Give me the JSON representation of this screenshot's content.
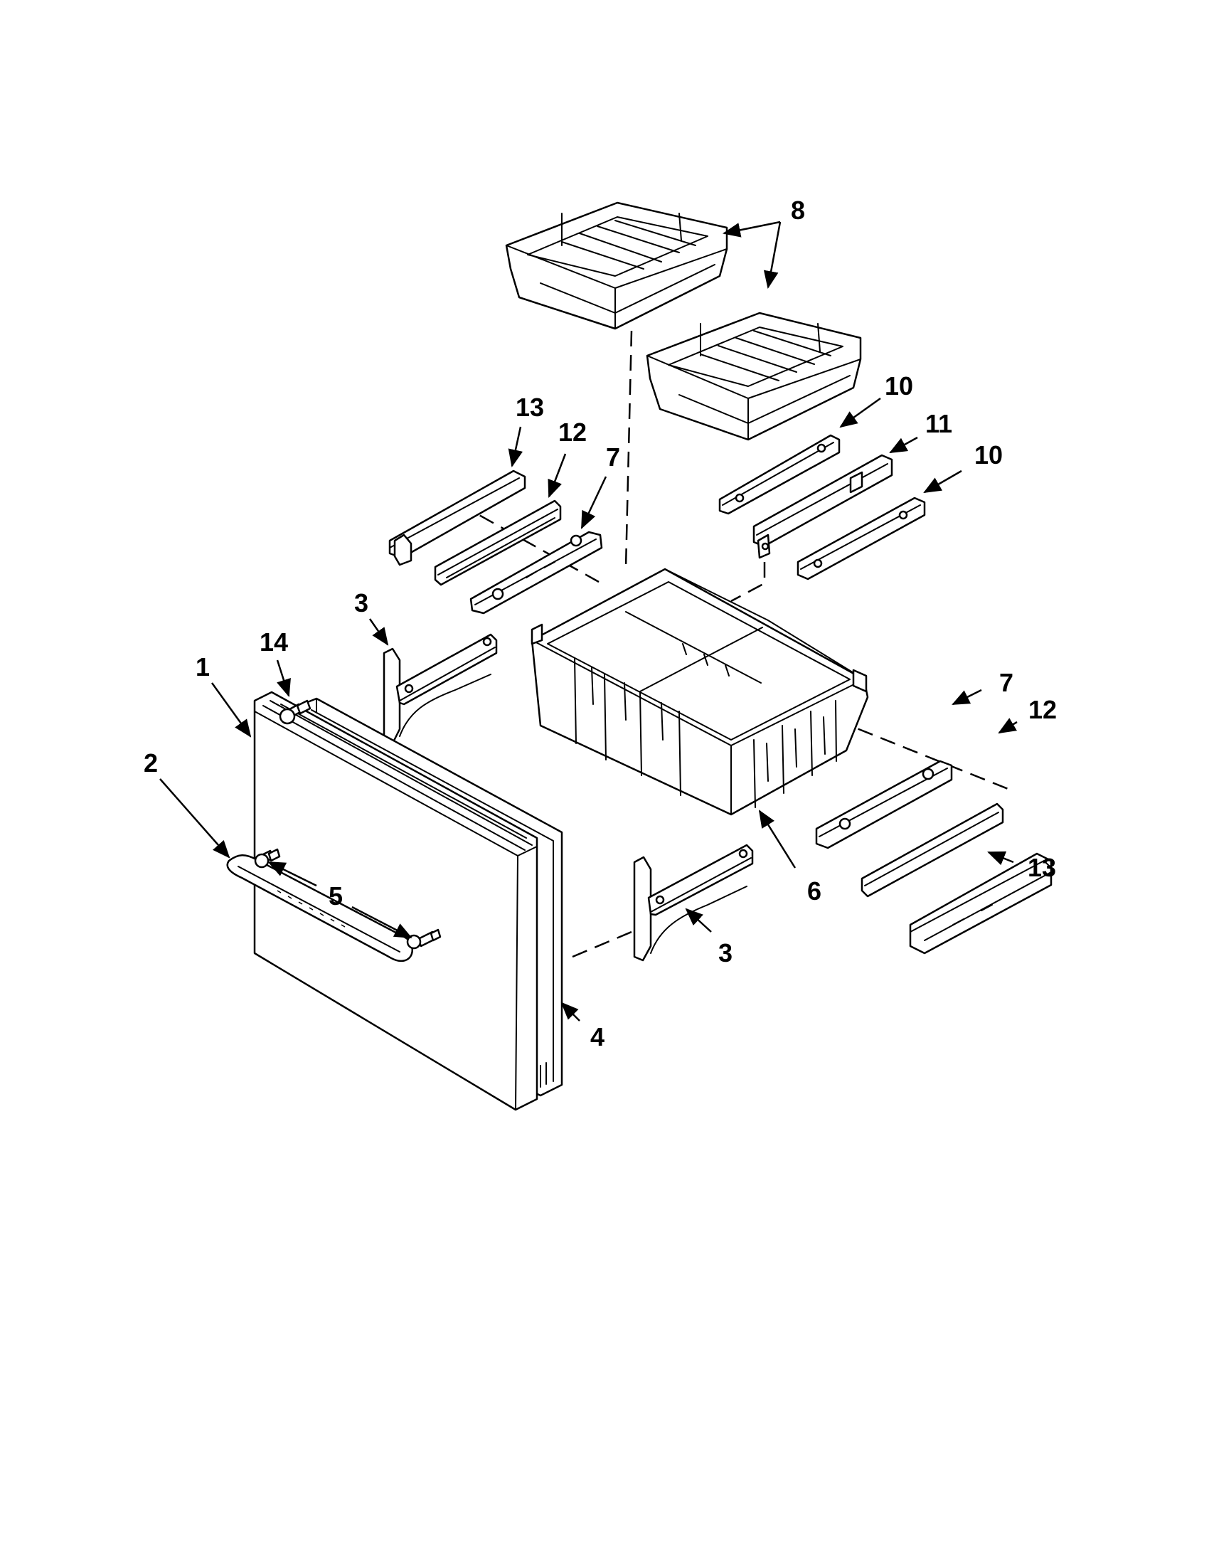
{
  "callouts": {
    "c1": "1",
    "c2": "2",
    "c3a": "3",
    "c3b": "3",
    "c4": "4",
    "c5": "5",
    "c6": "6",
    "c7a": "7",
    "c7b": "7",
    "c8": "8",
    "c10a": "10",
    "c10b": "10",
    "c11": "11",
    "c12a": "12",
    "c12b": "12",
    "c13a": "13",
    "c13b": "13",
    "c14": "14"
  },
  "colors": {
    "ink": "#000000",
    "paper": "#ffffff"
  }
}
